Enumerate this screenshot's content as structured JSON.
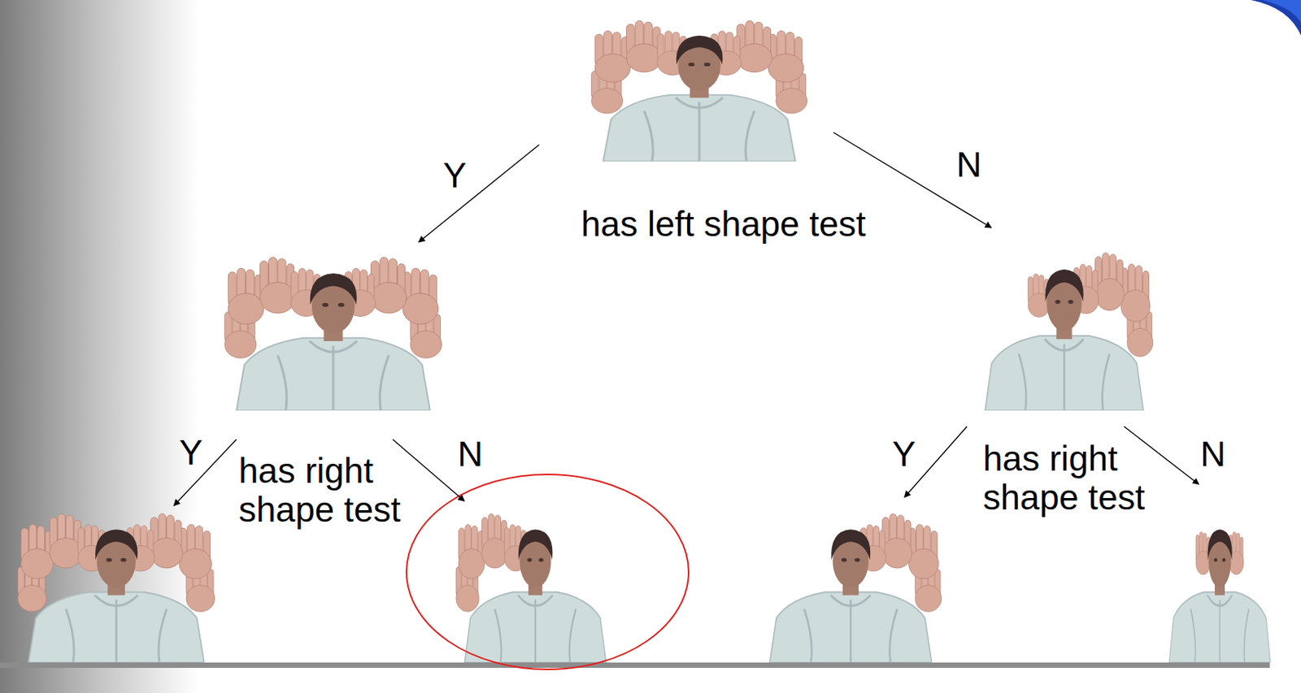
{
  "diagram": {
    "labels": [
      "Y",
      "N",
      "has left shape test",
      "Y",
      "has right shape test",
      "N",
      "Y",
      "has right shape test",
      "N"
    ]
  }
}
